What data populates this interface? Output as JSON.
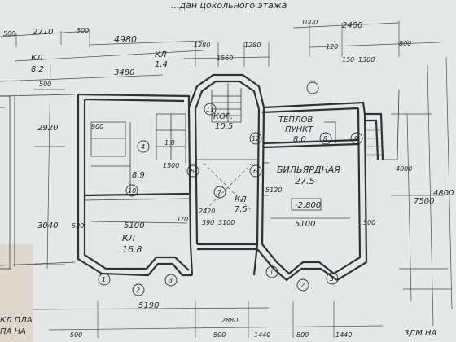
{
  "title_fragment": "...дан цокольного этажа",
  "labels": {
    "kl_top_left": "КЛ",
    "kl_top_left_area": "8.2",
    "kl_top": "КЛ",
    "kl_top_area": "1.4",
    "kor": "КОР.",
    "kor_area": "10.5",
    "teplov": "ТЕПЛОВ",
    "punkt": "ПУНКТ",
    "teplov_area": "8.0",
    "billiard": "БИЛЬЯРДНАЯ",
    "billiard_area": "27.5",
    "elevation": "-2.800",
    "room_area_89": "8.9",
    "room_area_18": "1.8",
    "kl_center": "КЛ",
    "kl_center_area": "7.5",
    "kl_bottom_left": "КЛ",
    "kl_bottom_left_area": "16.8",
    "label_bottom_left_1": "КЛ ПЛА",
    "label_bottom_left_2": "ПА НА",
    "label_bottom_right": "ЗДМ НА"
  },
  "dimensions": {
    "d500_tl": "500",
    "d2710": "2710",
    "d500_t2": "500",
    "d4980": "4980",
    "d1280_a": "1280",
    "d1560": "1560",
    "d1280_b": "1280",
    "d1000_tr": "1000",
    "d2400": "2400",
    "d3480": "3480",
    "d800_tr": "800",
    "d120_a": "120",
    "d150": "150",
    "d1300": "1300",
    "d500_l": "500",
    "d2920": "2920",
    "d3040": "3040",
    "d4000": "4000",
    "d7500": "7500",
    "d4800": "4800",
    "d900": "900",
    "d1500": "1500",
    "d5100_l": "5100",
    "d3100": "3100",
    "d5100_r": "5100",
    "d5120": "5120",
    "d2420": "2420",
    "d5190": "5190",
    "d2880": "2880",
    "d500_bl": "500",
    "d1440": "1440",
    "d800_b": "800",
    "d1440_b": "1440",
    "d500_b2": "500",
    "d580": "580",
    "d370": "370",
    "d390": "390",
    "d500_r": "500"
  },
  "circle_marks": [
    "1",
    "2",
    "3",
    "4",
    "5",
    "6",
    "7",
    "8",
    "9",
    "10",
    "11",
    "12",
    "1",
    "2",
    "3"
  ]
}
